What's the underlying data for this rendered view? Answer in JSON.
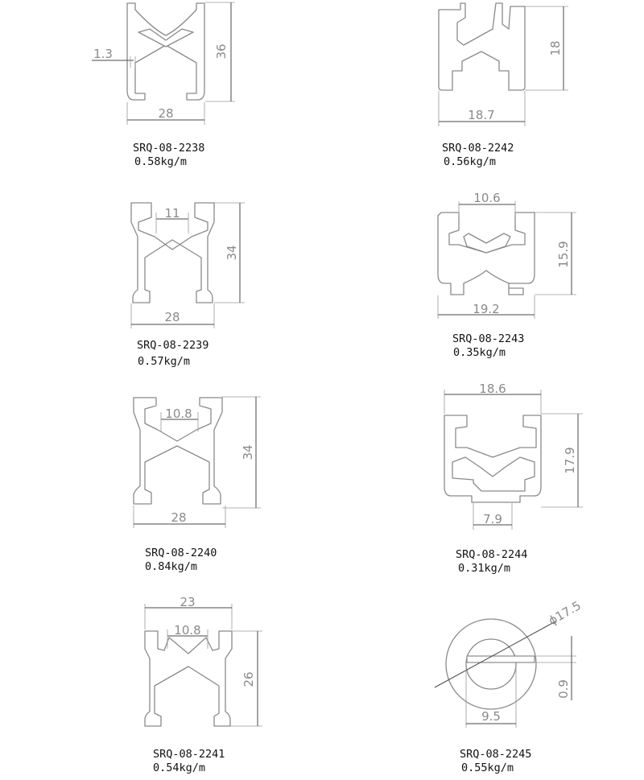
{
  "profiles": [
    {
      "part_number": "SRQ-08-2238",
      "weight": "0.58kg/m",
      "dims": [
        "36",
        "28",
        "1.3"
      ]
    },
    {
      "part_number": "SRQ-08-2242",
      "weight": "0.56kg/m",
      "dims": [
        "18",
        "18.7"
      ]
    },
    {
      "part_number": "SRQ-08-2239",
      "weight": "0.57kg/m",
      "dims": [
        "11",
        "34",
        "28"
      ]
    },
    {
      "part_number": "SRQ-08-2243",
      "weight": "0.35kg/m",
      "dims": [
        "10.6",
        "15.9",
        "19.2"
      ]
    },
    {
      "part_number": "SRQ-08-2240",
      "weight": "0.84kg/m",
      "dims": [
        "10.8",
        "34",
        "28"
      ]
    },
    {
      "part_number": "SRQ-08-2244",
      "weight": "0.31kg/m",
      "dims": [
        "18.6",
        "17.9",
        "7.9"
      ]
    },
    {
      "part_number": "SRQ-08-2241",
      "weight": "0.54kg/m",
      "dims": [
        "23",
        "10.8",
        "26"
      ]
    },
    {
      "part_number": "SRQ-08-2245",
      "weight": "0.55kg/m",
      "dims": [
        "ϕ17.5",
        "0.9",
        "9.5"
      ]
    }
  ]
}
